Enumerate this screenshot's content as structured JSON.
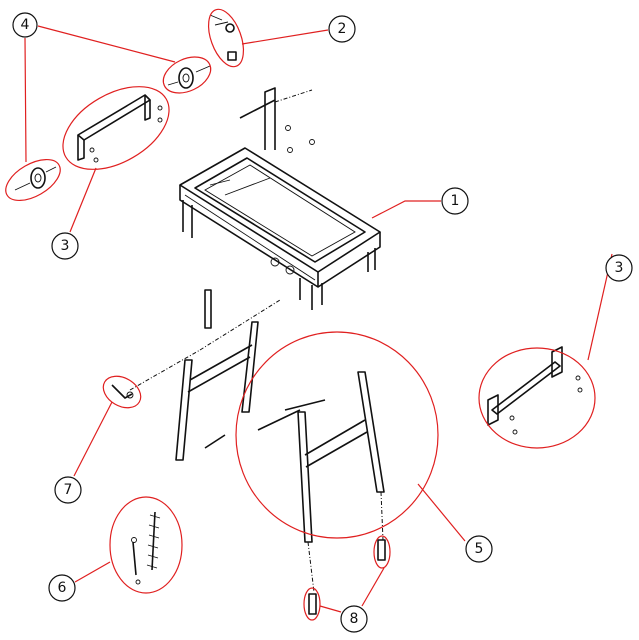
{
  "diagram": {
    "type": "exploded-parts-view",
    "accent_color": "#e02020",
    "callouts": [
      {
        "id": "c4",
        "label": "4"
      },
      {
        "id": "c2",
        "label": "2"
      },
      {
        "id": "c3a",
        "label": "3"
      },
      {
        "id": "c1",
        "label": "1"
      },
      {
        "id": "c3b",
        "label": "3"
      },
      {
        "id": "c7",
        "label": "7"
      },
      {
        "id": "c5",
        "label": "5"
      },
      {
        "id": "c6",
        "label": "6"
      },
      {
        "id": "c8",
        "label": "8"
      }
    ]
  }
}
